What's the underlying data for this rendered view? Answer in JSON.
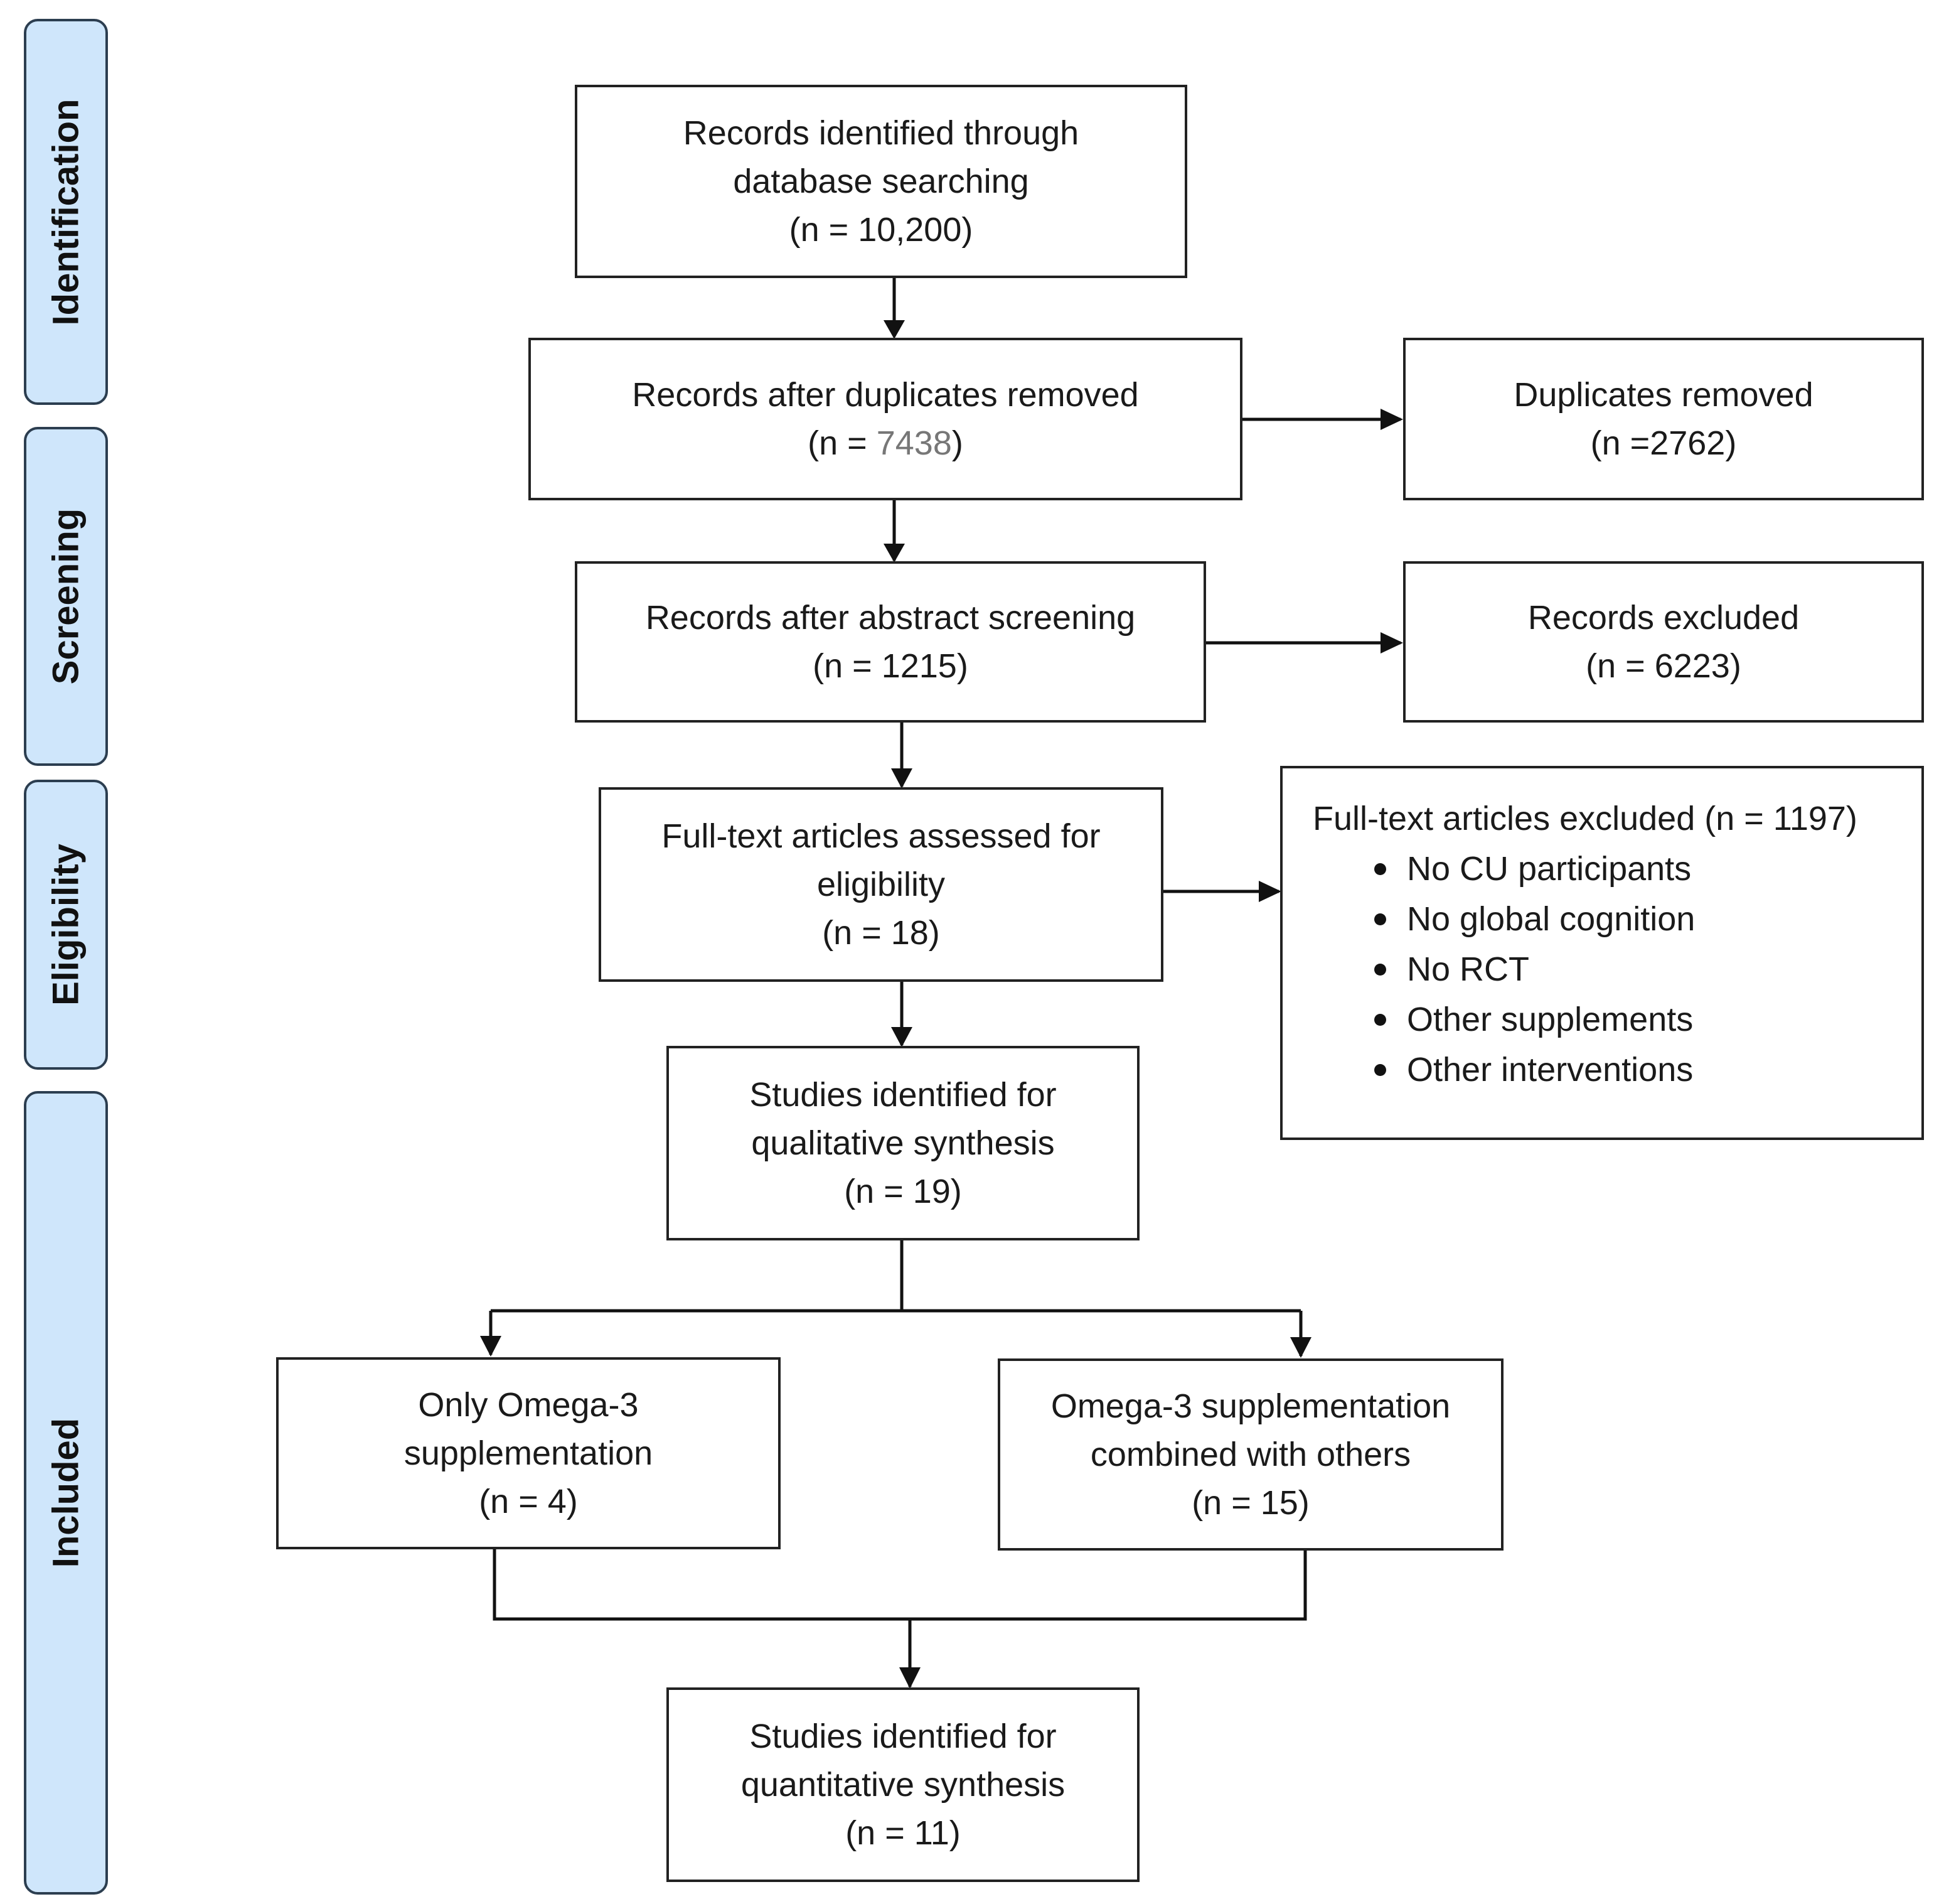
{
  "phases": {
    "identification": "Identification",
    "screening": "Screening",
    "eligibility": "Eligibility",
    "included": "Included"
  },
  "boxes": {
    "identified": {
      "line1": "Records identified through",
      "line2": "database searching",
      "count": "(n = 10,200)"
    },
    "after_duplicates": {
      "line1": "Records after duplicates removed",
      "count_prefix": "(n = ",
      "count_value": "7438",
      "count_suffix": ")"
    },
    "duplicates_removed": {
      "line1": "Duplicates removed",
      "count": "(n =2762)"
    },
    "after_abstract": {
      "line1": "Records after abstract screening",
      "count": "(n = 1215)"
    },
    "records_excluded": {
      "line1": "Records excluded",
      "count": "(n = 6223)"
    },
    "full_text_assessed": {
      "line1": "Full-text articles assessed for",
      "line2": "eligibility",
      "count": "(n = 18)"
    },
    "full_text_excluded": {
      "title": "Full-text articles excluded (n = 1197)",
      "reasons": [
        "No CU participants",
        "No global cognition",
        "No RCT",
        "Other supplements",
        "Other interventions"
      ]
    },
    "qualitative": {
      "line1": "Studies identified for",
      "line2": "qualitative synthesis",
      "count": "(n = 19)"
    },
    "only_omega3": {
      "line1": "Only Omega-3",
      "line2": "supplementation",
      "count": "(n = 4)"
    },
    "omega3_combined": {
      "line1": "Omega-3 supplementation",
      "line2": "combined with others",
      "count": "(n = 15)"
    },
    "quantitative": {
      "line1": "Studies identified for",
      "line2": "quantitative synthesis",
      "count": "(n = 11)"
    }
  }
}
